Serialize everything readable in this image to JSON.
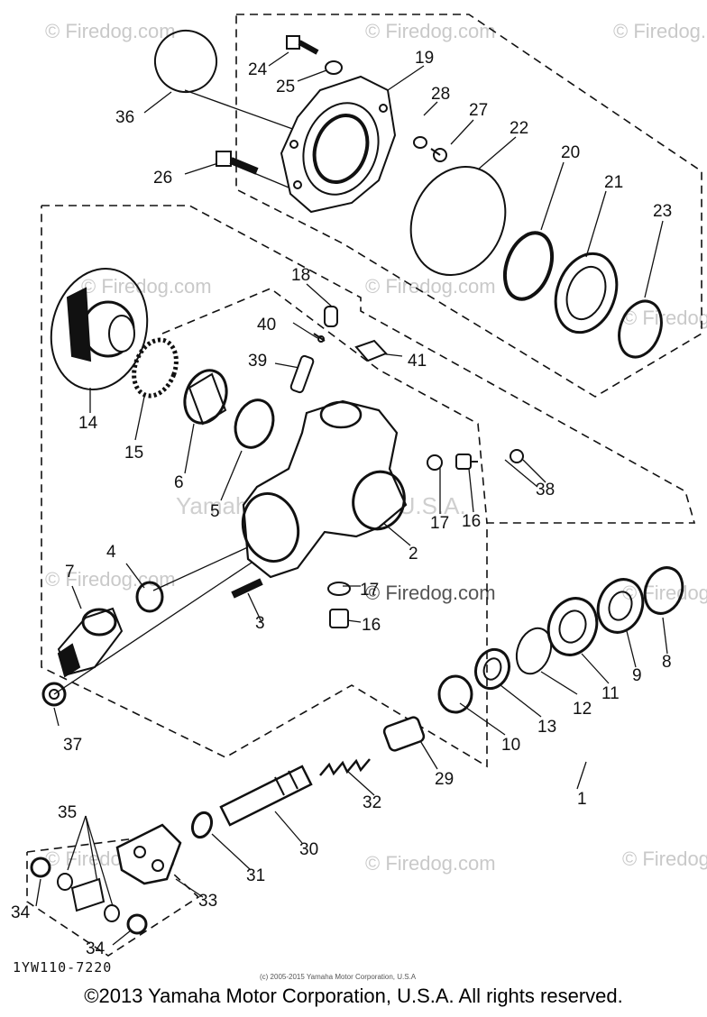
{
  "callouts": {
    "c1": "1",
    "c2": "2",
    "c3": "3",
    "c4": "4",
    "c5": "5",
    "c6": "6",
    "c7": "7",
    "c8": "8",
    "c9": "9",
    "c10": "10",
    "c11": "11",
    "c12": "12",
    "c13": "13",
    "c14": "14",
    "c15": "15",
    "c16a": "16",
    "c16b": "16",
    "c17a": "17",
    "c17b": "17",
    "c18": "18",
    "c19": "19",
    "c20": "20",
    "c21": "21",
    "c22": "22",
    "c23": "23",
    "c24": "24",
    "c25": "25",
    "c26": "26",
    "c27": "27",
    "c28": "28",
    "c29": "29",
    "c30": "30",
    "c31": "31",
    "c32": "32",
    "c33": "33",
    "c34a": "34",
    "c34b": "34",
    "c35": "35",
    "c36": "36",
    "c37": "37",
    "c38": "38",
    "c39": "39",
    "c40": "40",
    "c41": "41"
  },
  "watermarks": {
    "firedog": "© Firedog.com",
    "yamaha": "Yamaha Motor Corp. U.S.A."
  },
  "diagram_code": "1YW110-7220",
  "small_copyright": "(c) 2005-2015 Yamaha Motor Corporation, U.S.A",
  "footer_copyright": "©2013 Yamaha Motor Corporation, U.S.A. All rights reserved."
}
